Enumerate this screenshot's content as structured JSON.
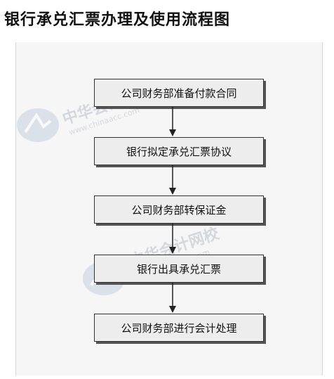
{
  "title": "银行承兑汇票办理及使用流程图",
  "steps": [
    "公司财务部准备付款合同",
    "银行拟定承兑汇票协议",
    "公司财务部转保证金",
    "银行出具承兑汇票",
    "公司财务部进行会计处理"
  ],
  "watermark": {
    "text": "中华会计网校",
    "url": "www.chinaacc.com"
  }
}
